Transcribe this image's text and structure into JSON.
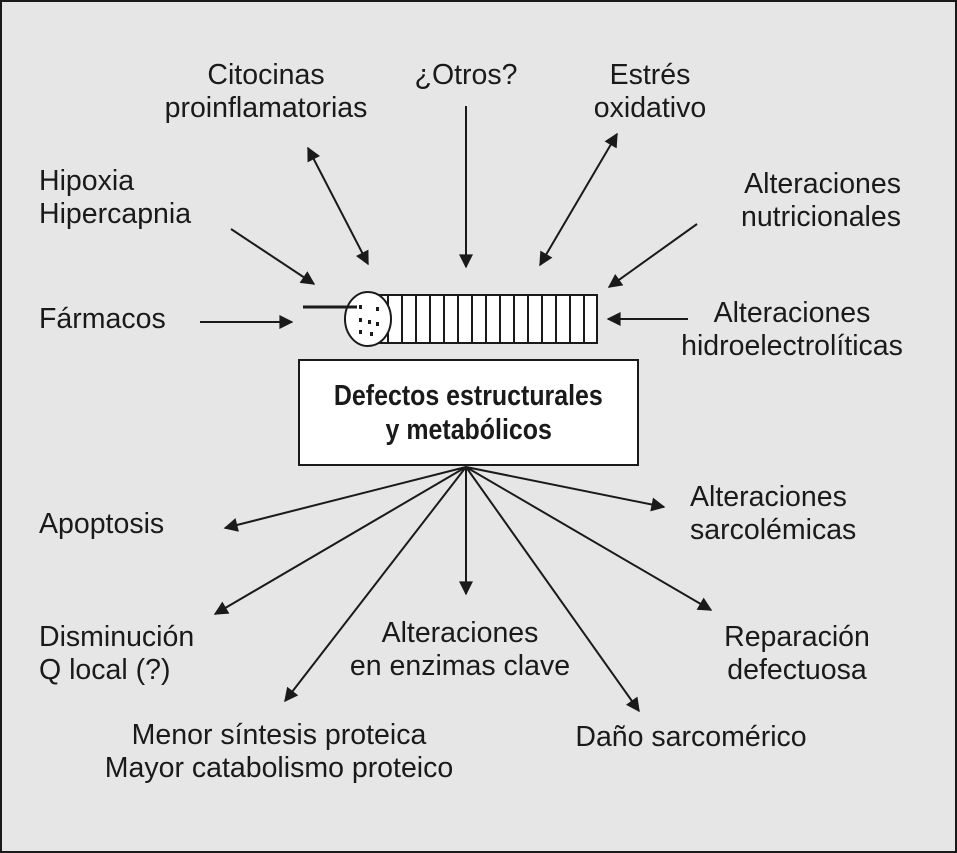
{
  "diagram": {
    "center": {
      "line1": "Defectos estructurales",
      "line2": "y metabólicos"
    },
    "causes": {
      "citocinas": [
        "Citocinas",
        "proinflamatorias"
      ],
      "otros": [
        "¿Otros?"
      ],
      "estres": [
        "Estrés",
        "oxidativo"
      ],
      "hipoxia": [
        "Hipoxia",
        "Hipercapnia"
      ],
      "nutricionales": [
        "Alteraciones",
        "nutricionales"
      ],
      "farmacos": [
        "Fármacos"
      ],
      "hidroelectroliticas": [
        "Alteraciones",
        "hidroelectrolíticas"
      ]
    },
    "effects": {
      "apoptosis": [
        "Apoptosis"
      ],
      "sarcolemicas": [
        "Alteraciones",
        "sarcolémicas"
      ],
      "disminucion_q": [
        "Disminución",
        "Q local (?)"
      ],
      "enzimas": [
        "Alteraciones",
        "en enzimas clave"
      ],
      "reparacion": [
        "Reparación",
        "defectuosa"
      ],
      "sintesis": [
        "Menor síntesis proteica",
        "Mayor catabolismo proteico"
      ],
      "dano": [
        "Daño sarcomérico"
      ]
    },
    "colors": {
      "background": "#e6e6e6",
      "ink": "#1a1a1a",
      "box_fill": "#ffffff"
    }
  }
}
